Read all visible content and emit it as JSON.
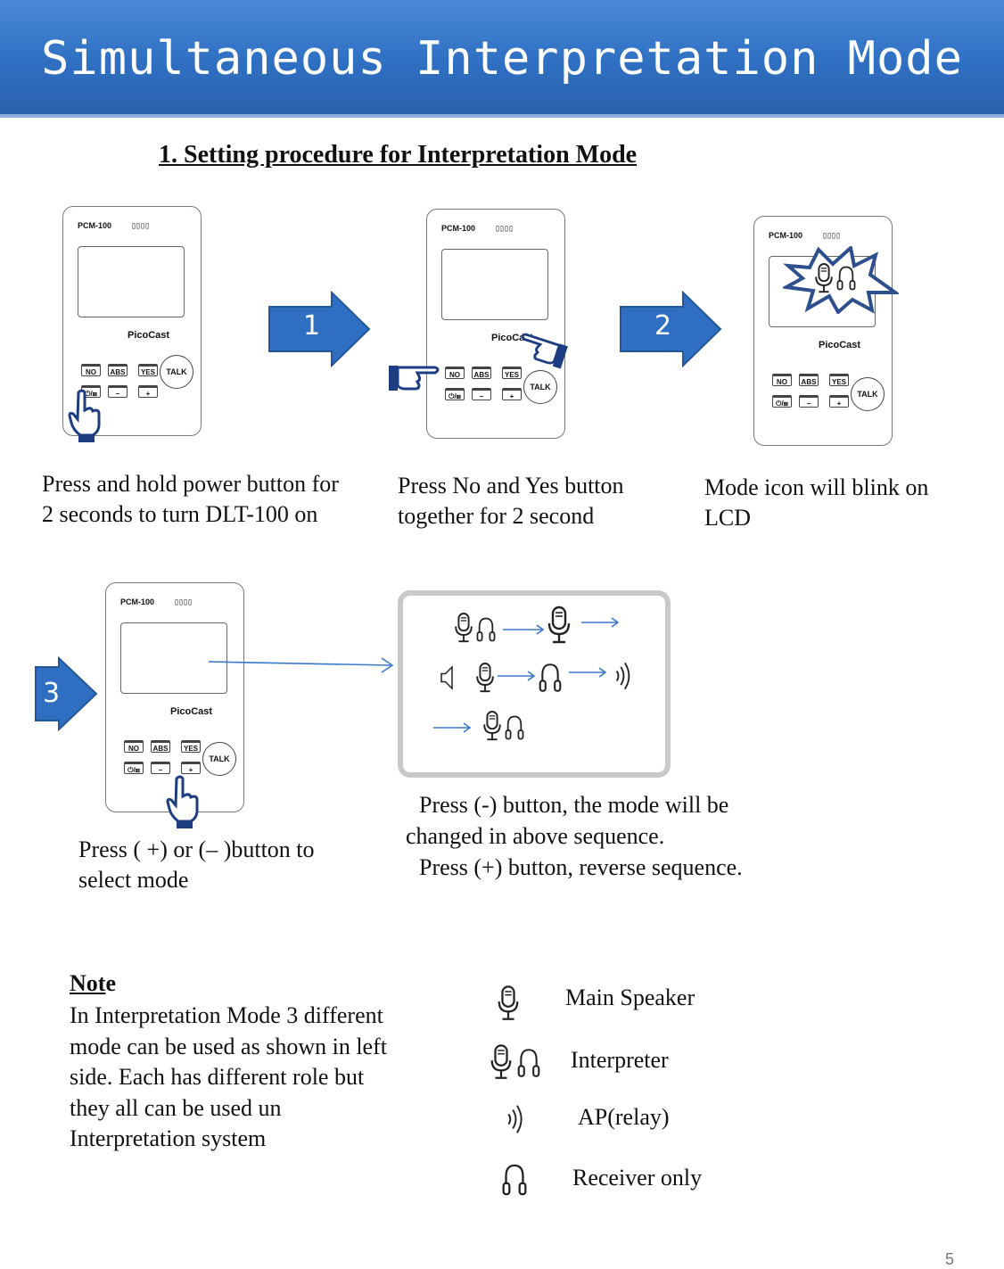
{
  "header": {
    "title": "Simultaneous Interpretation Mode"
  },
  "section": {
    "heading": "1. Setting procedure for Interpretation Mode"
  },
  "device": {
    "model": "PCM-100",
    "brand": "PicoCast",
    "buttons": {
      "no": "NO",
      "abs": "ABS",
      "yes": "YES",
      "power": "⏻/⊠",
      "minus": "−",
      "plus": "+",
      "talk": "TALK"
    }
  },
  "steps": [
    {
      "number": "1",
      "caption": "Press and hold power button for 2 seconds to turn DLT-100 on"
    },
    {
      "number": "2",
      "caption": "Press No and Yes button together for 2 second"
    },
    {
      "number": "",
      "caption": "Mode icon will blink on LCD"
    },
    {
      "number": "3",
      "caption": "Press ( +) or (– )button to select mode"
    }
  ],
  "sequence_caption": {
    "line1": "Press (-) button, the mode will be",
    "line2": "changed in above sequence.",
    "line3": "Press (+) button, reverse sequence."
  },
  "note": {
    "title_underlined": "Not",
    "title_rest": "e",
    "body": "In Interpretation Mode 3 different mode can be used as shown in left side. Each has different role but they all can be used un Interpretation system"
  },
  "legend": [
    {
      "icon": "microphone-icon",
      "label": "Main Speaker"
    },
    {
      "icon": "microphone-headphone-icon",
      "label": "Interpreter"
    },
    {
      "icon": "relay-wave-icon",
      "label": "AP(relay)"
    },
    {
      "icon": "headphone-icon",
      "label": "Receiver only"
    }
  ],
  "colors": {
    "banner": "#2f6fc2",
    "arrow": "#2f6fc2",
    "burst_border": "#2d4f8e"
  },
  "page_number": "5"
}
